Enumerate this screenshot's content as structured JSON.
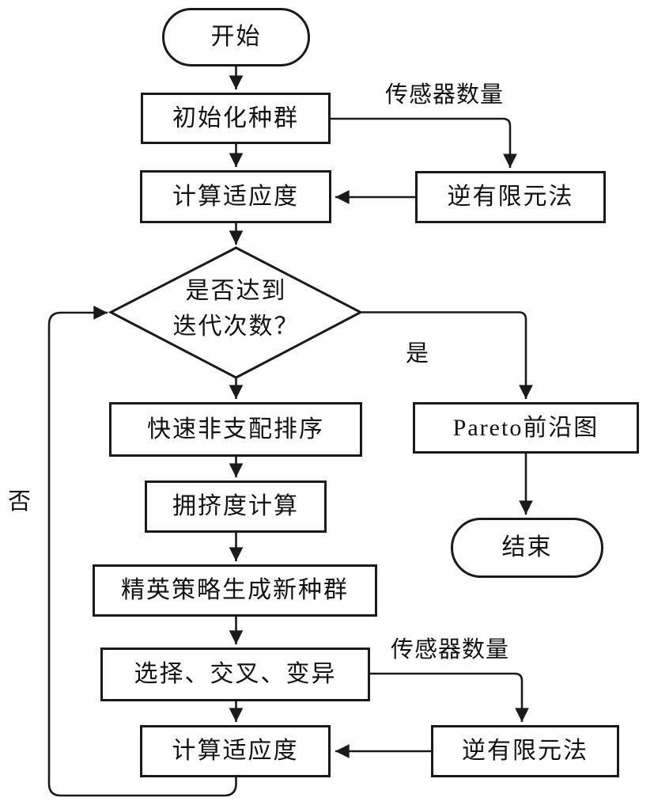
{
  "colors": {
    "line": "#1a1a1a",
    "node_fill": "#ffffff",
    "background": "#ffffff",
    "text": "#111111"
  },
  "nodes": {
    "start": {
      "label": "开始",
      "shape": "stadium"
    },
    "init_population": {
      "label": "初始化种群",
      "shape": "rect"
    },
    "calc_fitness_top": {
      "label": "计算适应度",
      "shape": "rect"
    },
    "inverse_fem_top": {
      "label": "逆有限元法",
      "shape": "rect"
    },
    "decision": {
      "label_line1": "是否达到",
      "label_line2": "迭代次数？",
      "shape": "diamond"
    },
    "fast_nondominated_sort": {
      "label": "快速非支配排序",
      "shape": "rect"
    },
    "crowding_distance": {
      "label": "拥挤度计算",
      "shape": "rect"
    },
    "elite_strategy": {
      "label": "精英策略生成新种群",
      "shape": "rect"
    },
    "selection_crossover_mutation": {
      "label": "选择、交叉、变异",
      "shape": "rect"
    },
    "calc_fitness_bottom": {
      "label": "计算适应度",
      "shape": "rect"
    },
    "inverse_fem_bottom": {
      "label": "逆有限元法",
      "shape": "rect"
    },
    "pareto_front": {
      "label": "Pareto前沿图",
      "shape": "rect"
    },
    "end": {
      "label": "结束",
      "shape": "stadium"
    }
  },
  "edge_labels": {
    "sensor_count_top": "传感器数量",
    "sensor_count_bottom": "传感器数量",
    "yes": "是",
    "no": "否"
  }
}
